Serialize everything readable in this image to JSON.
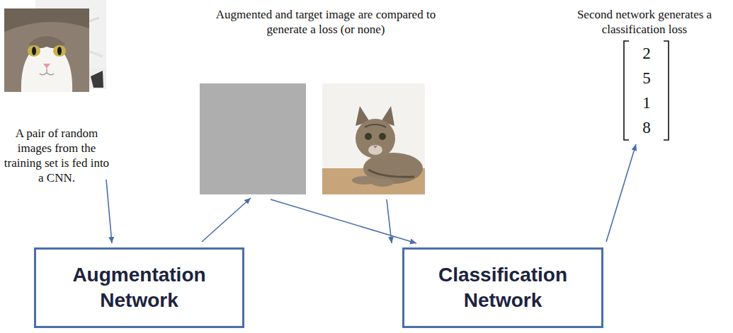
{
  "diagram": {
    "nodes": [
      {
        "text": [
          "Augmentation Network"
        ]
      },
      {
        "text": [
          "Classification Network"
        ]
      }
    ],
    "labels": [
      "A pair of random images from the training set is fed into a CNN.",
      "Augmented and target image are compared to generate a loss (or none)",
      "Second network generates a classification loss",
      "2",
      "5",
      "1",
      "8"
    ]
  }
}
